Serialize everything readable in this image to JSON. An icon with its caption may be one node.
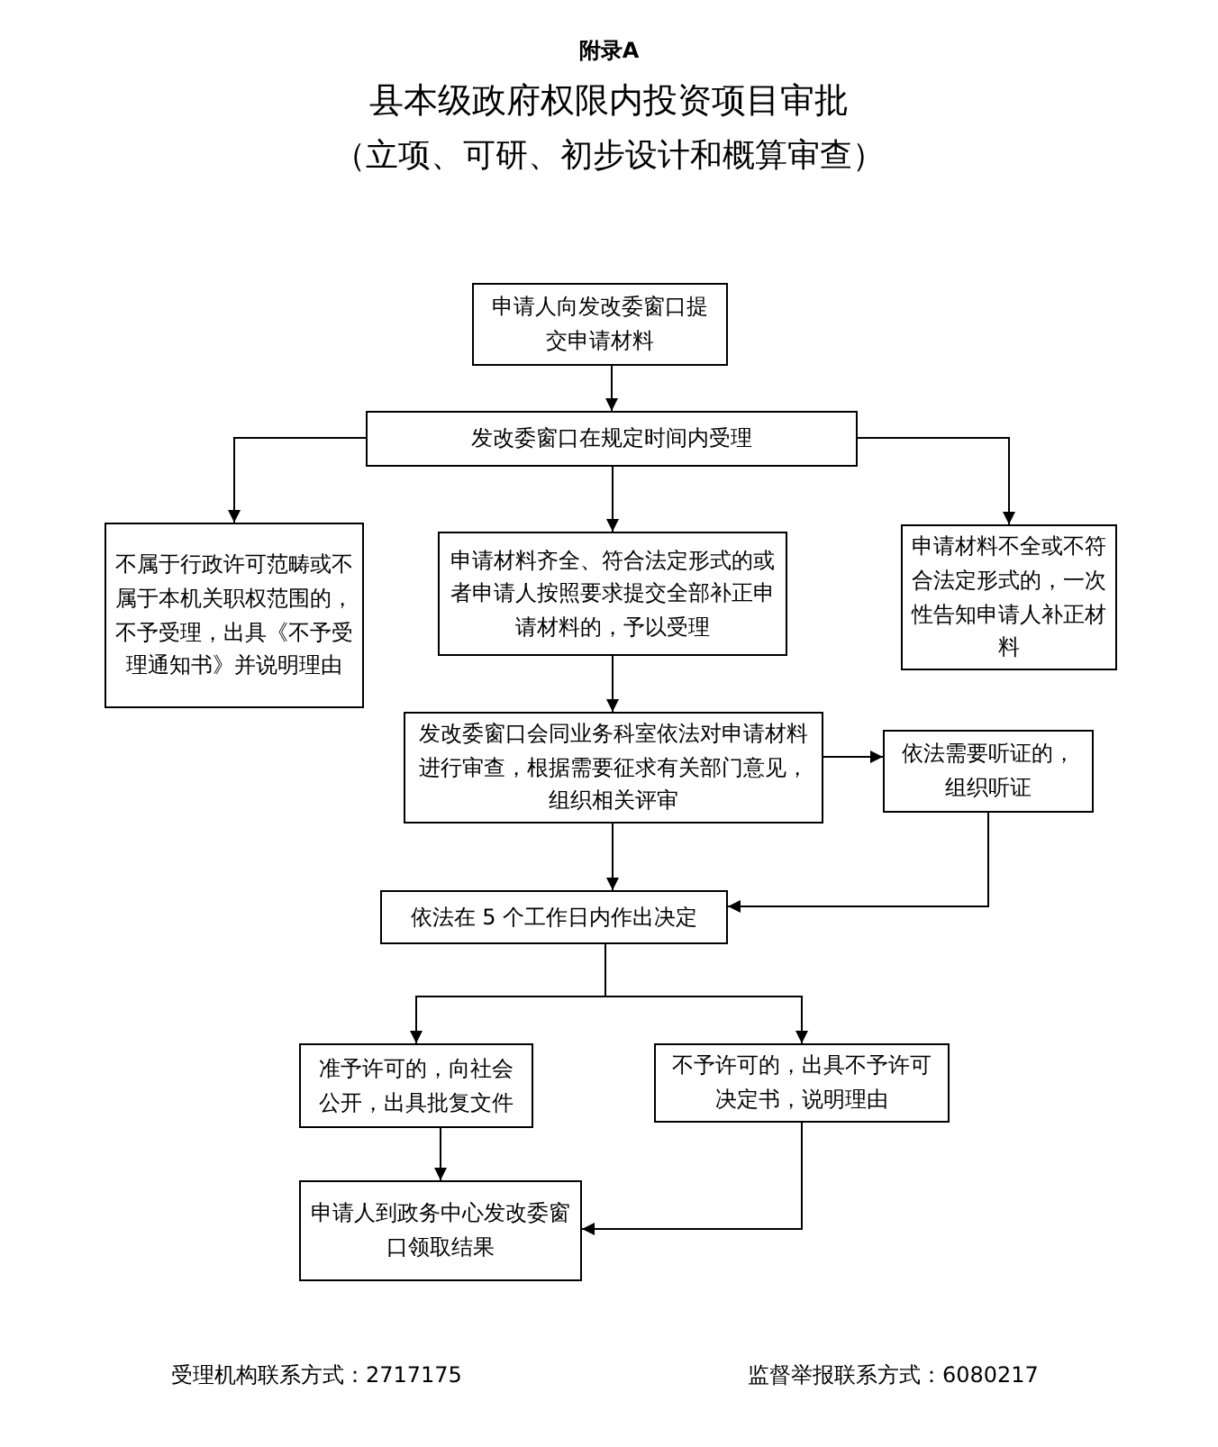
{
  "diagram": {
    "title": "县本级政府权限内投资项目审批",
    "nodes": [
      {
        "text": [
          "申请人向发改委窗口提交申请材料"
        ]
      },
      {
        "text": [
          "发改委窗口在规定时间内受理"
        ]
      },
      {
        "text": [
          "不属于行政许可范畴或不属于本机关职权范围的，不予受理，出具《不予受理通知书》并说明理由"
        ]
      },
      {
        "text": [
          "申请材料齐全、符合法定形式的或者申请人按照要求提交全部补正申请材料的，予以受理"
        ]
      },
      {
        "text": [
          "申请材料不全或不符合法定形式的，一次性告知申请人补正材料"
        ]
      },
      {
        "text": [
          "发改委窗口会同业务科室依法对申请材料进行审查，根据需要征求有关部门意见，组织相关评审"
        ]
      },
      {
        "text": [
          "依法需要听证的，组织听证"
        ]
      },
      {
        "text": [
          "依法在 5 个工作日内作出决定"
        ]
      },
      {
        "text": [
          "准予许可的，向社会公开，出具批复文件"
        ]
      },
      {
        "text": [
          "不予许可的，出具不予许可决定书，说明理由"
        ]
      },
      {
        "text": [
          "申请人到政务中心发改委窗口领取结果"
        ]
      }
    ],
    "edges": [
      {
        "from": 0,
        "to": 1,
        "arrow": "to"
      },
      {
        "from": 1,
        "to": 2,
        "arrow": "to"
      },
      {
        "from": 1,
        "to": 3,
        "arrow": "to"
      },
      {
        "from": 1,
        "to": 4,
        "arrow": "to"
      },
      {
        "from": 3,
        "to": 5,
        "arrow": "to"
      },
      {
        "from": 5,
        "to": 6,
        "arrow": "to"
      },
      {
        "from": 5,
        "to": 7,
        "arrow": "to"
      },
      {
        "from": 6,
        "to": 7,
        "arrow": "to"
      },
      {
        "from": 7,
        "to": 8,
        "arrow": "to"
      },
      {
        "from": 7,
        "to": 9,
        "arrow": "to"
      },
      {
        "from": 8,
        "to": 10,
        "arrow": "to"
      },
      {
        "from": 9,
        "to": 10,
        "arrow": "to"
      }
    ],
    "labels": [
      "附录A",
      "（立项、可研、初步设计和概算审查）",
      "受理机构联系方式：2717175",
      "监督举报联系方式：6080217"
    ]
  }
}
